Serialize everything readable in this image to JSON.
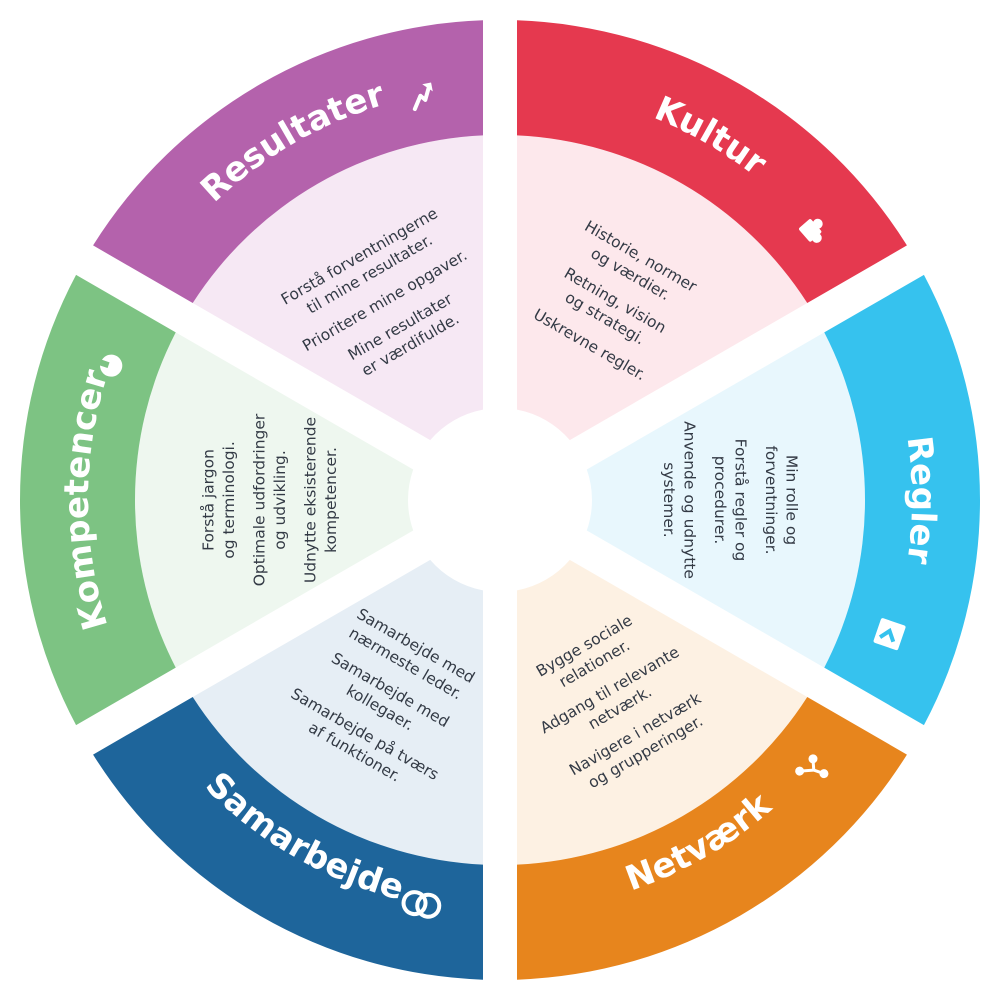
{
  "segments": [
    {
      "id": "kultur",
      "title": "Kultur",
      "color": "#e5394f",
      "light": "#fde8ec",
      "icon": "puzzle-icon",
      "items": [
        [
          "Historie, normer",
          "og værdier."
        ],
        [
          "Retning, vision",
          "og strategi."
        ],
        [
          "Uskrevne regler."
        ]
      ]
    },
    {
      "id": "regler",
      "title": "Regler",
      "color": "#36c2ee",
      "light": "#e8f7fd",
      "icon": "bookmark-icon",
      "items": [
        [
          "Min rolle og",
          "forventninger."
        ],
        [
          "Forstå regler og",
          "procedurer."
        ],
        [
          "Anvende og udnytte",
          "systemer."
        ]
      ]
    },
    {
      "id": "netvaerk",
      "title": "Netværk",
      "color": "#e7851d",
      "light": "#fdf1e3",
      "icon": "network-icon",
      "items": [
        [
          "Bygge sociale",
          "relationer."
        ],
        [
          "Adgang til relevante",
          "netværk."
        ],
        [
          "Navigere i netværk",
          "og grupperinger."
        ]
      ]
    },
    {
      "id": "samarbejde",
      "title": "Samarbejde",
      "color": "#1e659b",
      "light": "#e6eef5",
      "icon": "rings-icon",
      "items": [
        [
          "Samarbejde med",
          "nærmeste leder."
        ],
        [
          "Samarbejde med",
          "kollegaer."
        ],
        [
          "Samarbejde på tværs",
          "af funktioner."
        ]
      ]
    },
    {
      "id": "kompetencer",
      "title": "Kompetencer",
      "color": "#7dc383",
      "light": "#eef7ef",
      "icon": "wrench-icon",
      "items": [
        [
          "Forstå jargon",
          "og terminologi."
        ],
        [
          "Optimale udfordringer",
          "og udvikling."
        ],
        [
          "Udnytte eksisterende",
          "kompetencer."
        ]
      ]
    },
    {
      "id": "resultater",
      "title": "Resultater",
      "color": "#b462ac",
      "light": "#f6e8f4",
      "icon": "trend-arrow-icon",
      "items": [
        [
          "Forstå forventningerne",
          "til mine resultater."
        ],
        [
          "Prioritere mine opgaver."
        ],
        [
          "Mine resultater",
          "er værdifulde."
        ]
      ]
    }
  ]
}
